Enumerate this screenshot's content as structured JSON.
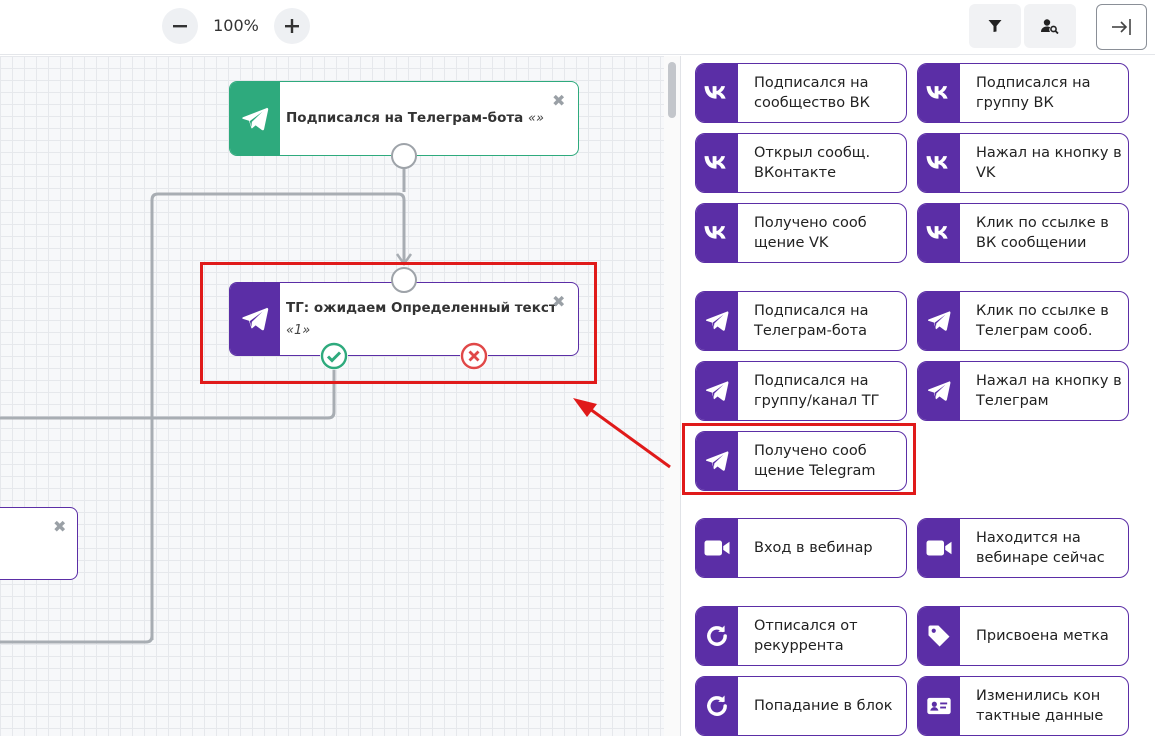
{
  "toolbar": {
    "zoom_out_icon": "minus-icon",
    "zoom_level": "100%",
    "zoom_in_icon": "plus-icon",
    "filter_icon": "filter-icon",
    "user_search_icon": "user-search-icon",
    "exit_icon": "arrow-to-right-icon"
  },
  "canvas": {
    "node_trigger": {
      "title": "Подписался на Телеграм-бота",
      "subtitle": "«»",
      "icon": "telegram-icon",
      "color": "#2eaa7d"
    },
    "node_wait": {
      "title": "ТГ: ожидаем Определенный текст",
      "subtitle": "«1»",
      "icon": "telegram-icon",
      "color": "#5b2ea6"
    },
    "close_glyph": "✖",
    "success_color": "#2eaa7d",
    "fail_color": "#e04848",
    "highlight_color": "#e01a1a"
  },
  "panel": {
    "accent": "#5b2ea6",
    "tiles": [
      {
        "label": "Подписался на сообщество ВК",
        "icon": "vk-icon"
      },
      {
        "label": "Подписался на группу ВК",
        "icon": "vk-icon"
      },
      {
        "label": "Открыл сообщ. ВКонтакте",
        "icon": "vk-icon"
      },
      {
        "label": "Нажал на кнопку в VK",
        "icon": "vk-icon"
      },
      {
        "label": "Получено сооб щение VK",
        "icon": "vk-icon"
      },
      {
        "label": "Клик по ссылке в ВК сообщении",
        "icon": "vk-icon"
      },
      {
        "label": "Подписался на Телеграм-бота",
        "icon": "telegram-icon"
      },
      {
        "label": "Клик по ссылке в Телеграм сооб.",
        "icon": "telegram-icon"
      },
      {
        "label": "Подписался на группу/канал ТГ",
        "icon": "telegram-icon"
      },
      {
        "label": "Нажал на кнопку в Телеграм",
        "icon": "telegram-icon"
      },
      {
        "label": "Получено сооб щение Telegram",
        "icon": "telegram-icon"
      },
      {
        "label": "Вход в вебинар",
        "icon": "video-camera-icon"
      },
      {
        "label": "Находится на вебинаре сейчас",
        "icon": "video-camera-icon"
      },
      {
        "label": "Отписался от рекуррента",
        "icon": "refresh-icon"
      },
      {
        "label": "Присвоена метка",
        "icon": "tag-icon"
      },
      {
        "label": "Попадание в блок",
        "icon": "refresh-icon"
      },
      {
        "label": "Изменились кон тактные данные",
        "icon": "contact-card-icon"
      }
    ]
  }
}
